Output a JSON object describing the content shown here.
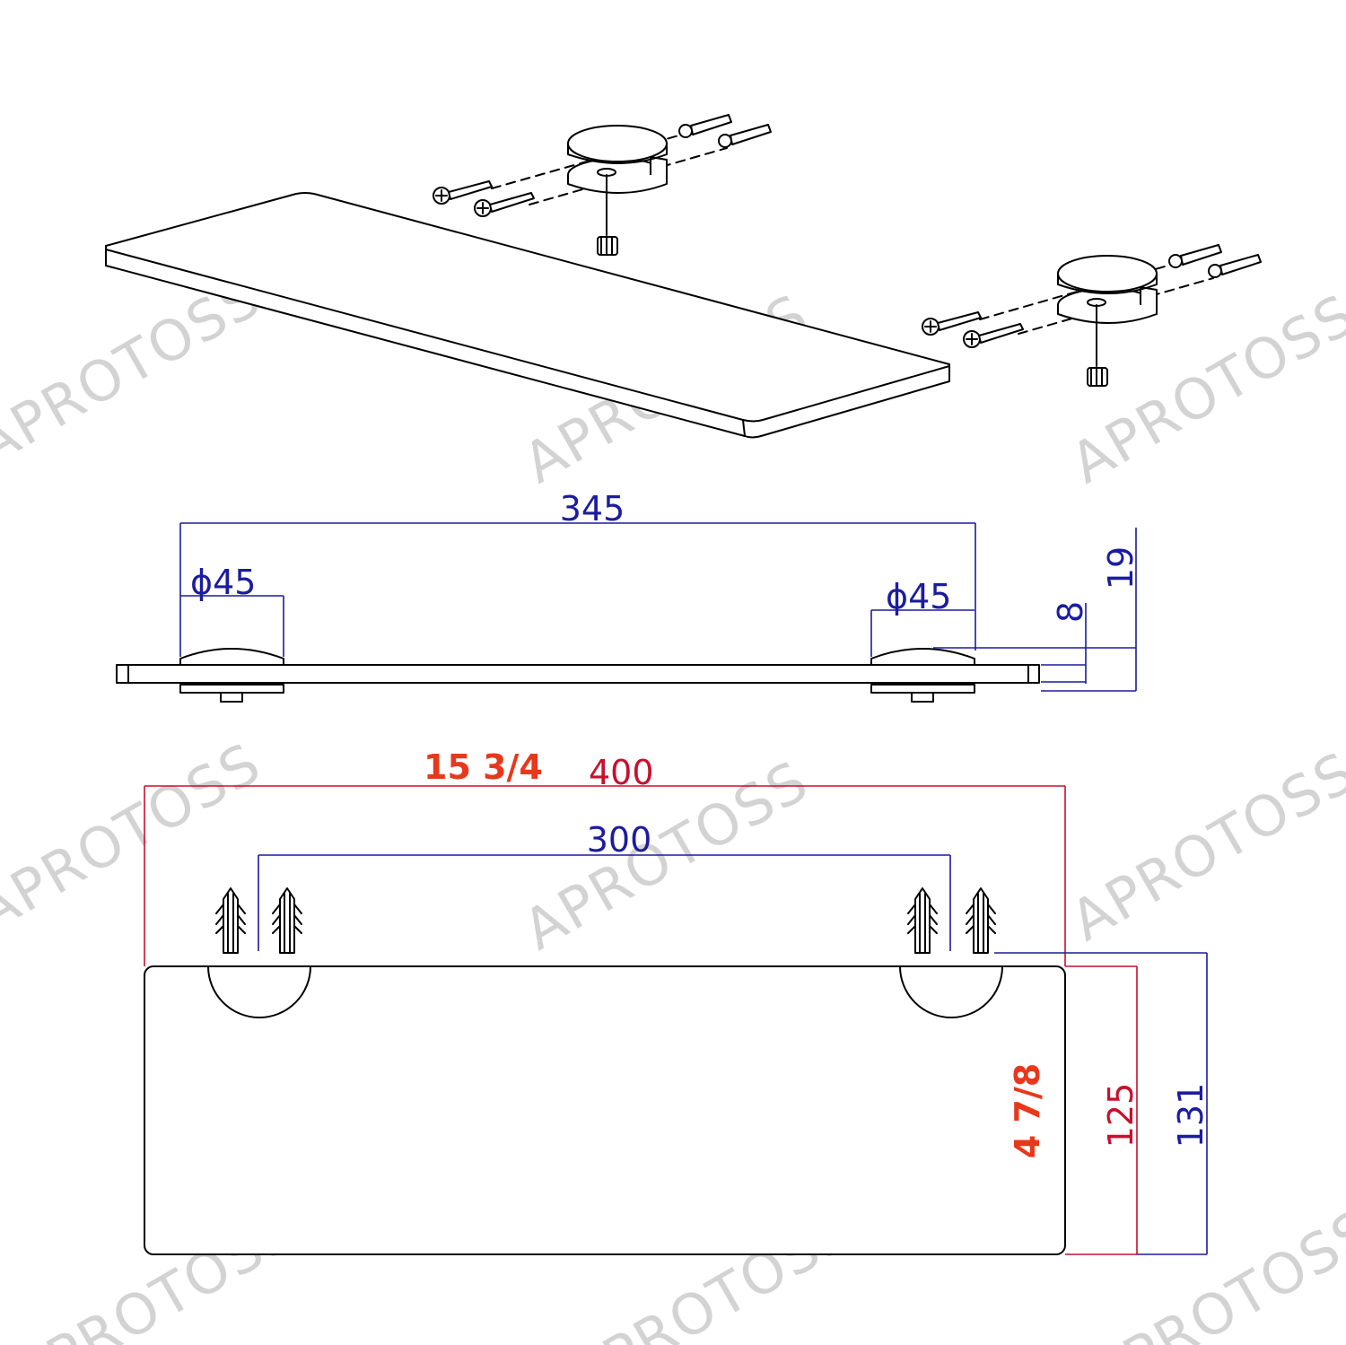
{
  "watermark": "APROTOSS",
  "colors": {
    "dimension_blue": "#1c1c9e",
    "dimension_red": "#c8102e",
    "imperial_red": "#e8381c",
    "watermark": "#d3d3d3"
  },
  "side_view": {
    "bracket_spacing": "345",
    "left_bracket_diameter": "ϕ45",
    "right_bracket_diameter": "ϕ45",
    "clamp_height": "19",
    "glass_thickness": "8"
  },
  "top_view": {
    "overall_length_inch": "15 3/4",
    "overall_length_mm": "400",
    "screw_spacing": "300",
    "depth_inch": "4 7/8",
    "glass_depth": "125",
    "overall_depth": "131"
  }
}
